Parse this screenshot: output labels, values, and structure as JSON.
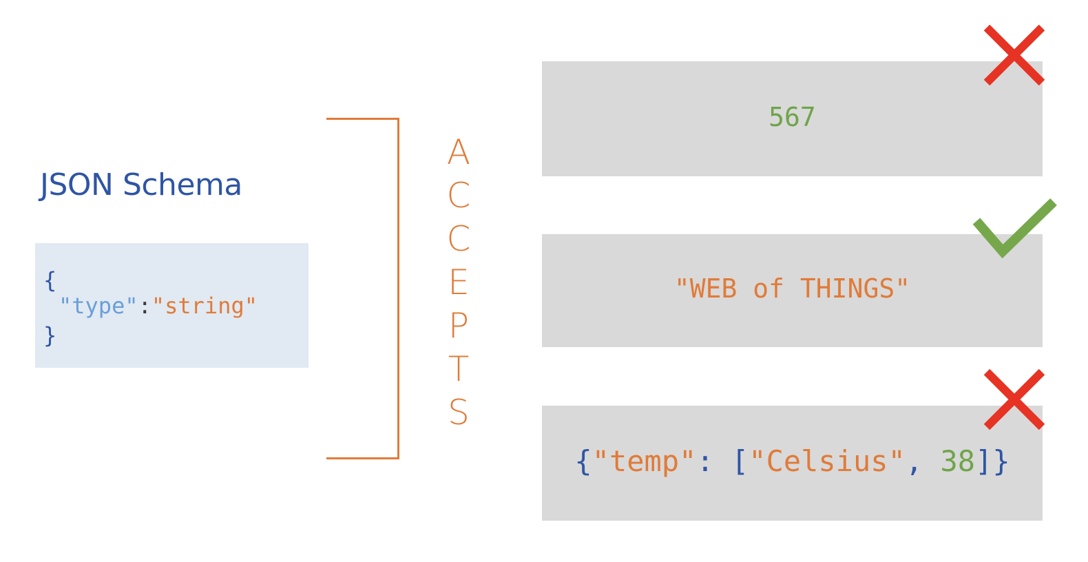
{
  "title": "JSON Schema",
  "schema_code": {
    "open_brace": "{",
    "key": "\"type\"",
    "colon": ":",
    "value": "\"string\"",
    "close_brace": "}"
  },
  "vertical_label": [
    "A",
    "C",
    "C",
    "E",
    "P",
    "T",
    "S"
  ],
  "cards": [
    {
      "result": "rejected",
      "icon": "cross-icon",
      "tokens": {
        "number": "567"
      }
    },
    {
      "result": "accepted",
      "icon": "check-icon",
      "tokens": {
        "string": "\"WEB of THINGS\""
      }
    },
    {
      "result": "rejected",
      "icon": "cross-icon",
      "tokens": {
        "open_brace": "{",
        "key": "\"temp\"",
        "colon": ": ",
        "open_bracket": "[",
        "item1": "\"Celsius\"",
        "comma": ", ",
        "item2": "38",
        "close_bracket": "]",
        "close_brace": "}"
      }
    }
  ],
  "colors": {
    "accent": "#e07b39",
    "title_blue": "#2f55a4",
    "key_blue": "#6a9fd8",
    "number_green": "#6fa44a",
    "cross_red": "#e63323",
    "check_green": "#76a84b",
    "card_bg": "#d9d9d9",
    "schema_bg": "#e1e9f2"
  }
}
